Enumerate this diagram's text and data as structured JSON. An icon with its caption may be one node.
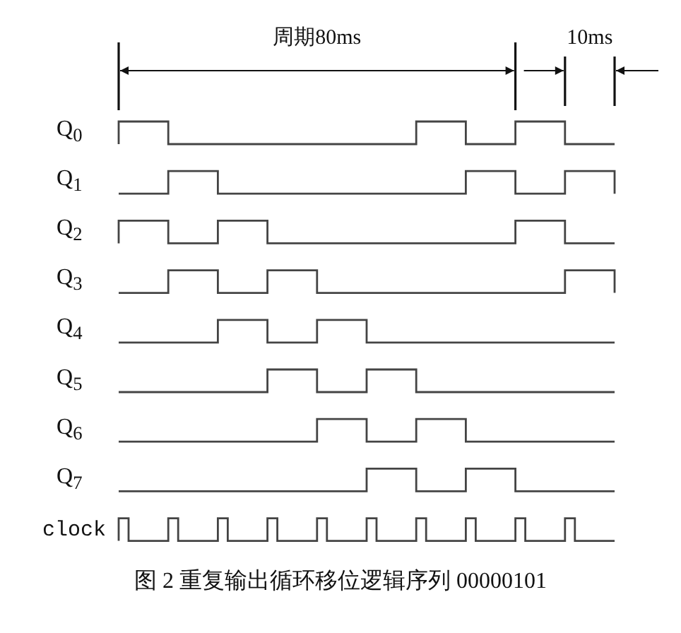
{
  "diagram": {
    "caption": "图 2 重复输出循环移位逻辑序列 00000101",
    "labels": [
      "周期80ms",
      "10ms",
      "Q$_{0}$",
      "Q$_{1}$",
      "Q$_{2}$",
      "Q$_{3}$",
      "Q$_{4}$",
      "Q$_{5}$",
      "Q$_{6}$",
      "Q$_{7}$",
      "clock"
    ]
  }
}
